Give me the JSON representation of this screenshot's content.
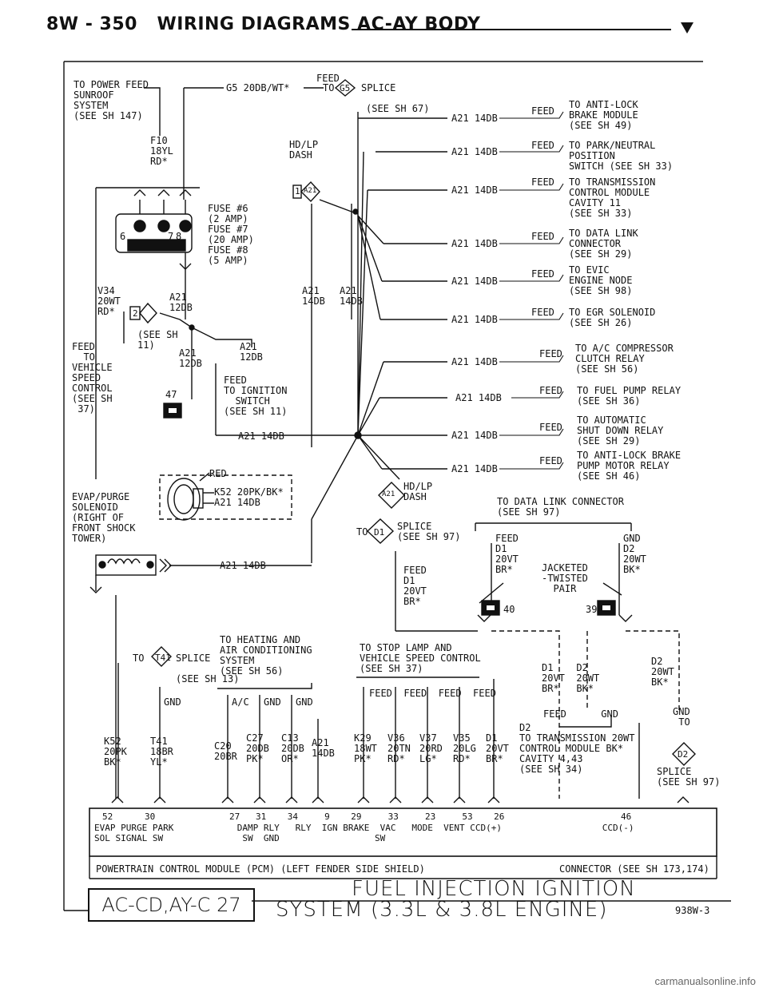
{
  "header": {
    "page": "8W - 350",
    "title": "WIRING DIAGRAMS AC-AY BODY"
  },
  "labels": {
    "to_power_feed": "TO POWER FEED\nSUNROOF\nSYSTEM\n(SEE SH 147)",
    "f10": "F10\n18YL\nRD*",
    "g5": "G5 20DB/WT*",
    "feed": "FEED",
    "to": "TO",
    "g5_num": "G5",
    "splice": "SPLICE",
    "see67": "(SEE SH 67)",
    "hdlp_dash": "HD/LP\nDASH",
    "conn_1_a21": "1",
    "a21_short": "A21",
    "fuses": "FUSE #6\n(2 AMP)\nFUSE #7\n(20 AMP)\nFUSE #8\n(5 AMP)",
    "f6": "6",
    "f7": "7",
    "f8": "8",
    "v34": "V34\n20WT\nRD*",
    "a21_12db_a": "A21\n12DB",
    "conn_2_a21": "2",
    "see_sh_11": "(SEE SH\n11)",
    "a21_14db_l": "A21\n14DB",
    "a21_14db_r": "A21\n14DB",
    "feed_to_vss": "FEED\n  TO\nVEHICLE\nSPEED\nCONTROL\n(SEE SH\n 37)",
    "a21_12db_b": "A21\n12DB",
    "a21_12db_c": "A21\n12DB",
    "feed_to_ign": "FEED\nTO IGNITION\n  SWITCH\n(SEE SH 11)",
    "c47": "47",
    "a21_14db_main": "A21 14DB",
    "branches": [
      {
        "wire": "A21 14DB",
        "dest": "TO ANTI-LOCK\nBRAKE MODULE\n(SEE SH 49)"
      },
      {
        "wire": "A21 14DB",
        "dest": "TO PARK/NEUTRAL\nPOSITION\nSWITCH (SEE SH 33)"
      },
      {
        "wire": "A21 14DB",
        "dest": "TO TRANSMISSION\nCONTROL MODULE\nCAVITY 11\n(SEE SH 33)"
      },
      {
        "wire": "A21 14DB",
        "dest": "TO DATA LINK\nCONNECTOR\n(SEE SH 29)"
      },
      {
        "wire": "A21 14DB",
        "dest": "TO EVIC\nENGINE NODE\n(SEE SH 98)"
      },
      {
        "wire": "A21 14DB",
        "dest": "TO EGR SOLENOID\n(SEE SH 26)"
      },
      {
        "wire": "A21 14DB",
        "dest": "TO A/C COMPRESSOR\nCLUTCH RELAY\n(SEE SH 56)"
      },
      {
        "wire": "A21 14DB",
        "dest": "TO FUEL PUMP RELAY\n(SEE SH 36)"
      },
      {
        "wire": "A21 14DB",
        "dest": "TO AUTOMATIC\nSHUT DOWN RELAY\n(SEE SH 29)"
      },
      {
        "wire": "A21 14DB",
        "dest": "TO ANTI-LOCK BRAKE\nPUMP MOTOR RELAY\n(SEE SH 46)"
      }
    ],
    "red": "RED",
    "k52_20pk": "K52 20PK/BK*",
    "a21_14db_evap": "A21 14DB",
    "evap_purge": "EVAP/PURGE\nSOLENOID\n(RIGHT OF\nFRONT SHOCK\nTOWER)",
    "a21_14db_bot": "A21 14DB",
    "hdlp_dash_2": "HD/LP\nDASH",
    "conn_a21_2": "A21",
    "to_d1_splice": "TO",
    "d1": "D1",
    "see97": "SPLICE\n(SEE SH 97)",
    "feed_d1": "FEED\nD1\n20VT\nBR*",
    "to_dlc": "TO DATA LINK CONNECTOR\n(SEE SH 97)",
    "dlc_feed": "FEED\nD1\n20VT\nBR*",
    "jacketed": "JACKETED\n-TWISTED\n  PAIR",
    "dlc_gnd": "GND\nD2\n20WT\nBK*",
    "c40": "40",
    "c39": "39",
    "to_t41": "TO",
    "t41": "T41",
    "t41_splice": "SPLICE\n\n(SEE SH 13)",
    "gnd": "GND",
    "to_hvac": "TO HEATING AND\nAIR CONDITIONING\nSYSTEM\n(SEE SH 56)",
    "ac": "A/C",
    "gnd2": "GND",
    "gnd3": "GND",
    "to_stop_lamp": "TO STOP LAMP AND\nVEHICLE SPEED CONTROL\n(SEE SH 37)",
    "feeds4": "FEED  FEED  FEED  FEED",
    "d1_d2": "D1    D2\n20VT  20WT\nBR*   BK*",
    "d2_right": "D2\n20WT\nBK*",
    "feed_gnd_mid": "FEED      GND",
    "gnd_right": "GND\n TO",
    "d2_conn": "D2",
    "splice_see97": "SPLICE\n(SEE SH 97)",
    "wires_bottom": [
      {
        "id": "K52\n20PK\nBK*"
      },
      {
        "id": "T41\n18BR\nYL*"
      },
      {
        "id": "C20\n20BR"
      },
      {
        "id": "C27\n20DB\nPK*"
      },
      {
        "id": "C13\n20DB\nOR*"
      },
      {
        "id": "A21\n14DB"
      },
      {
        "id": "K29\n18WT\nPK*"
      },
      {
        "id": "V36\n20TN\nRD*"
      },
      {
        "id": "V37\n20RD\nLG*"
      },
      {
        "id": "V35\n20LG\nRD*"
      },
      {
        "id": "D1\n20VT\nBR*"
      }
    ],
    "tcm_text": "D2\nTO TRANSMISSION 20WT\nCONTROL MODULE BK*\nCAVITY 4,43\n(SEE SH 34)",
    "pcm_pins": "52      30              27   31    34     9    29     33     23     53    26                      46",
    "pcm_funcs": "EVAP PURGE PARK            DAMP RLY   RLY  IGN BRAKE  VAC   MODE  VENT CCD(+)                   CCD(-)\nSOL SIGNAL SW               SW  GND                  SW",
    "pcm_name": "POWERTRAIN CONTROL MODULE (PCM) (LEFT FENDER SIDE SHIELD)",
    "pcm_conn": "CONNECTOR (SEE SH 173,174)",
    "title_1": "FUEL INJECTION IGNITION",
    "title_2": "SYSTEM (3.3L & 3.8L ENGINE)",
    "box_code": "AC-CD,AY-C 27",
    "fig_no": "938W-3",
    "watermark": "carmanualsonline.info"
  }
}
